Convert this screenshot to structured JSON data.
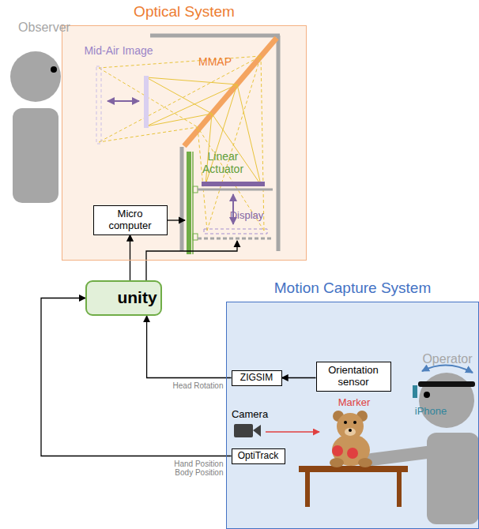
{
  "diagram": {
    "nodes": [
      {
        "text": [
          "Optical System"
        ]
      },
      {
        "text": [
          "Micro computer"
        ],
        "in": 0
      },
      {
        "text": [
          "unity"
        ]
      },
      {
        "text": [
          "Motion Capture System"
        ]
      },
      {
        "text": [
          "Orientation sensor"
        ],
        "in": 3
      },
      {
        "text": [
          "ZIGSIM"
        ],
        "in": 3
      },
      {
        "text": [
          "OptiTrack"
        ],
        "in": 3
      }
    ],
    "edges": [
      {
        "from": 2,
        "to": 1,
        "arrow": "to"
      },
      {
        "from": 4,
        "to": 5,
        "arrow": "to"
      },
      {
        "from": 5,
        "to": 2,
        "arrow": "to",
        "label": "Head Rotation"
      },
      {
        "from": 6,
        "to": 2,
        "arrow": "to",
        "label": "Hand Position Body Position"
      }
    ],
    "labels": [
      "Observer",
      "Mid-Air Image",
      "MMAP",
      "Linear Actuator",
      "Display",
      "Operator",
      "iPhone",
      "Camera",
      "Marker"
    ]
  }
}
